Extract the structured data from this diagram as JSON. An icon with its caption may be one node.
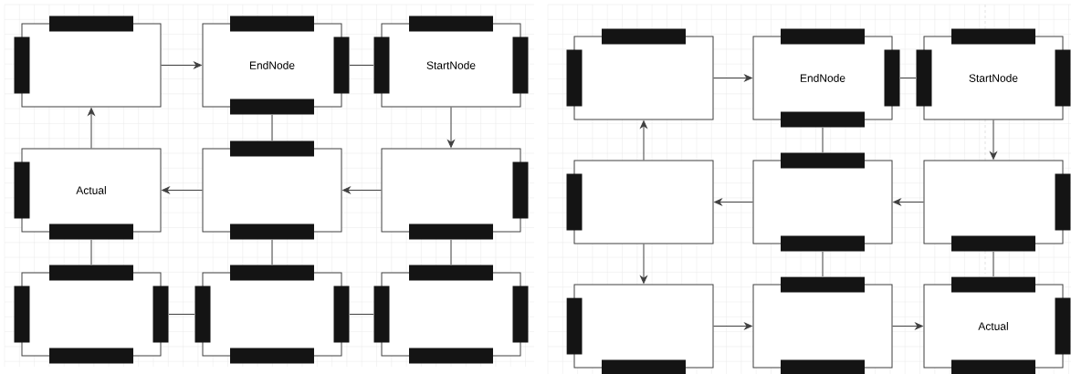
{
  "diagram": {
    "nodes": [
      {
        "text": [],
        "shape": "box"
      },
      {
        "text": [
          "EndNode"
        ]
      },
      {
        "text": [
          "StartNode"
        ]
      },
      {
        "text": [
          "Actual"
        ]
      },
      {
        "text": [],
        "shape": "box"
      },
      {
        "text": [],
        "shape": "box"
      },
      {
        "text": [],
        "shape": "box"
      },
      {
        "text": [],
        "shape": "box"
      },
      {
        "text": [],
        "shape": "box"
      },
      {
        "text": [],
        "shape": "box"
      },
      {
        "text": [
          "EndNode"
        ]
      },
      {
        "text": [
          "StartNode"
        ]
      },
      {
        "text": [],
        "shape": "box"
      },
      {
        "text": [],
        "shape": "box"
      },
      {
        "text": [],
        "shape": "box"
      },
      {
        "text": [],
        "shape": "box"
      },
      {
        "text": [],
        "shape": "box"
      },
      {
        "text": [
          "Actual"
        ]
      }
    ],
    "edges": [
      {
        "from": 0,
        "to": 1,
        "arrow": "to"
      },
      {
        "from": 1,
        "to": 2,
        "arrow": "none"
      },
      {
        "from": 2,
        "to": 5,
        "arrow": "to"
      },
      {
        "from": 5,
        "to": 4,
        "arrow": "to"
      },
      {
        "from": 4,
        "to": 3,
        "arrow": "to"
      },
      {
        "from": 3,
        "to": 0,
        "arrow": "to"
      },
      {
        "from": 1,
        "to": 4,
        "arrow": "none"
      },
      {
        "from": 3,
        "to": 6,
        "arrow": "none"
      },
      {
        "from": 4,
        "to": 7,
        "arrow": "none"
      },
      {
        "from": 5,
        "to": 8,
        "arrow": "none"
      },
      {
        "from": 6,
        "to": 7,
        "arrow": "none"
      },
      {
        "from": 7,
        "to": 8,
        "arrow": "none"
      },
      {
        "from": 9,
        "to": 10,
        "arrow": "to"
      },
      {
        "from": 10,
        "to": 11,
        "arrow": "none"
      },
      {
        "from": 11,
        "to": 14,
        "arrow": "to"
      },
      {
        "from": 14,
        "to": 13,
        "arrow": "to"
      },
      {
        "from": 13,
        "to": 12,
        "arrow": "to"
      },
      {
        "from": 12,
        "to": 9,
        "arrow": "to"
      },
      {
        "from": 12,
        "to": 15,
        "arrow": "to"
      },
      {
        "from": 15,
        "to": 16,
        "arrow": "to"
      },
      {
        "from": 16,
        "to": 17,
        "arrow": "to"
      },
      {
        "from": 10,
        "to": 13,
        "arrow": "none"
      },
      {
        "from": 13,
        "to": 16,
        "arrow": "none"
      },
      {
        "from": 14,
        "to": 17,
        "arrow": "none"
      }
    ]
  }
}
